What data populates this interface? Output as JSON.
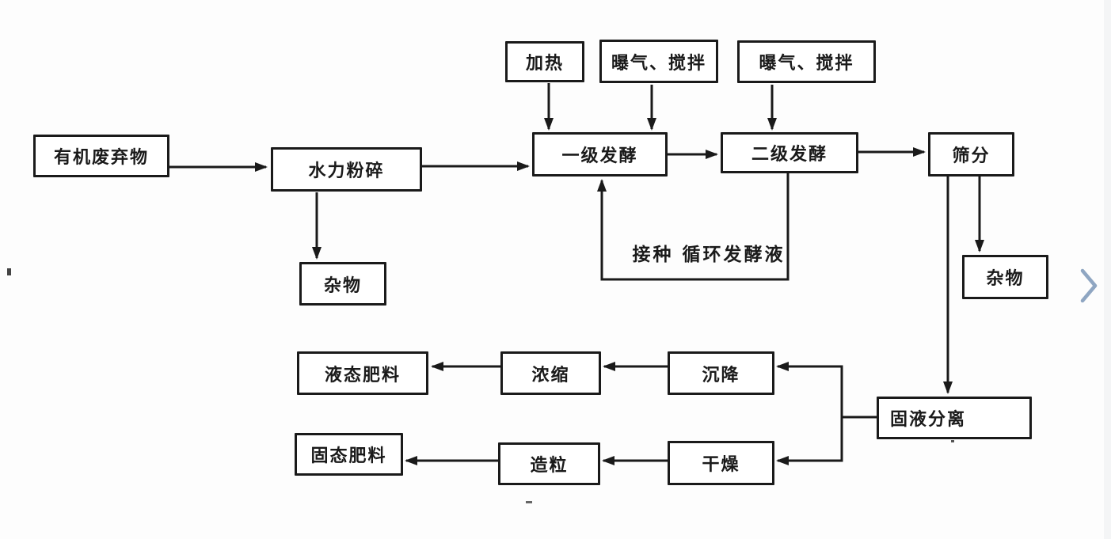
{
  "diagram": {
    "colors": {
      "ink": "#1a1a1a",
      "background": "#fdfdfd",
      "box_fill": "#ffffff",
      "chevron": "#8fa6c2"
    },
    "boxes": {
      "heating": {
        "label": "加热"
      },
      "aeration_stirring_1": {
        "label": "曝气、搅拌"
      },
      "aeration_stirring_2": {
        "label": "曝气、搅拌"
      },
      "organic_waste": {
        "label": "有机废弃物"
      },
      "hydraulic_crushing": {
        "label": "水力粉碎"
      },
      "primary_fermentation": {
        "label": "一级发酵"
      },
      "secondary_fermentation": {
        "label": "二级发酵"
      },
      "sieving": {
        "label": "筛分"
      },
      "debris_left": {
        "label": "杂物"
      },
      "debris_right": {
        "label": "杂物"
      },
      "solid_liquid_separation": {
        "label": "固液分离"
      },
      "sedimentation": {
        "label": "沉降"
      },
      "concentration": {
        "label": "浓缩"
      },
      "liquid_fertilizer": {
        "label": "液态肥料"
      },
      "drying": {
        "label": "干燥"
      },
      "granulation": {
        "label": "造粒"
      },
      "solid_fertilizer": {
        "label": "固态肥料"
      }
    },
    "free_labels": {
      "recycle_note": {
        "label": "接种 循环发酵液"
      }
    },
    "edges": [
      {
        "from": "heating",
        "to": "primary_fermentation"
      },
      {
        "from": "aeration_stirring_1",
        "to": "primary_fermentation"
      },
      {
        "from": "aeration_stirring_2",
        "to": "secondary_fermentation"
      },
      {
        "from": "organic_waste",
        "to": "hydraulic_crushing"
      },
      {
        "from": "hydraulic_crushing",
        "to": "primary_fermentation"
      },
      {
        "from": "hydraulic_crushing",
        "to": "debris_left"
      },
      {
        "from": "primary_fermentation",
        "to": "secondary_fermentation"
      },
      {
        "from": "secondary_fermentation",
        "to": "sieving"
      },
      {
        "from": "secondary_fermentation",
        "to": "primary_fermentation",
        "note": "接种 循环发酵液"
      },
      {
        "from": "sieving",
        "to": "debris_right"
      },
      {
        "from": "sieving",
        "to": "solid_liquid_separation"
      },
      {
        "from": "solid_liquid_separation",
        "to": "sedimentation"
      },
      {
        "from": "sedimentation",
        "to": "concentration"
      },
      {
        "from": "concentration",
        "to": "liquid_fertilizer"
      },
      {
        "from": "solid_liquid_separation",
        "to": "drying"
      },
      {
        "from": "drying",
        "to": "granulation"
      },
      {
        "from": "granulation",
        "to": "solid_fertilizer"
      }
    ],
    "icons": {
      "carousel_next": "chevron-right-icon"
    }
  }
}
